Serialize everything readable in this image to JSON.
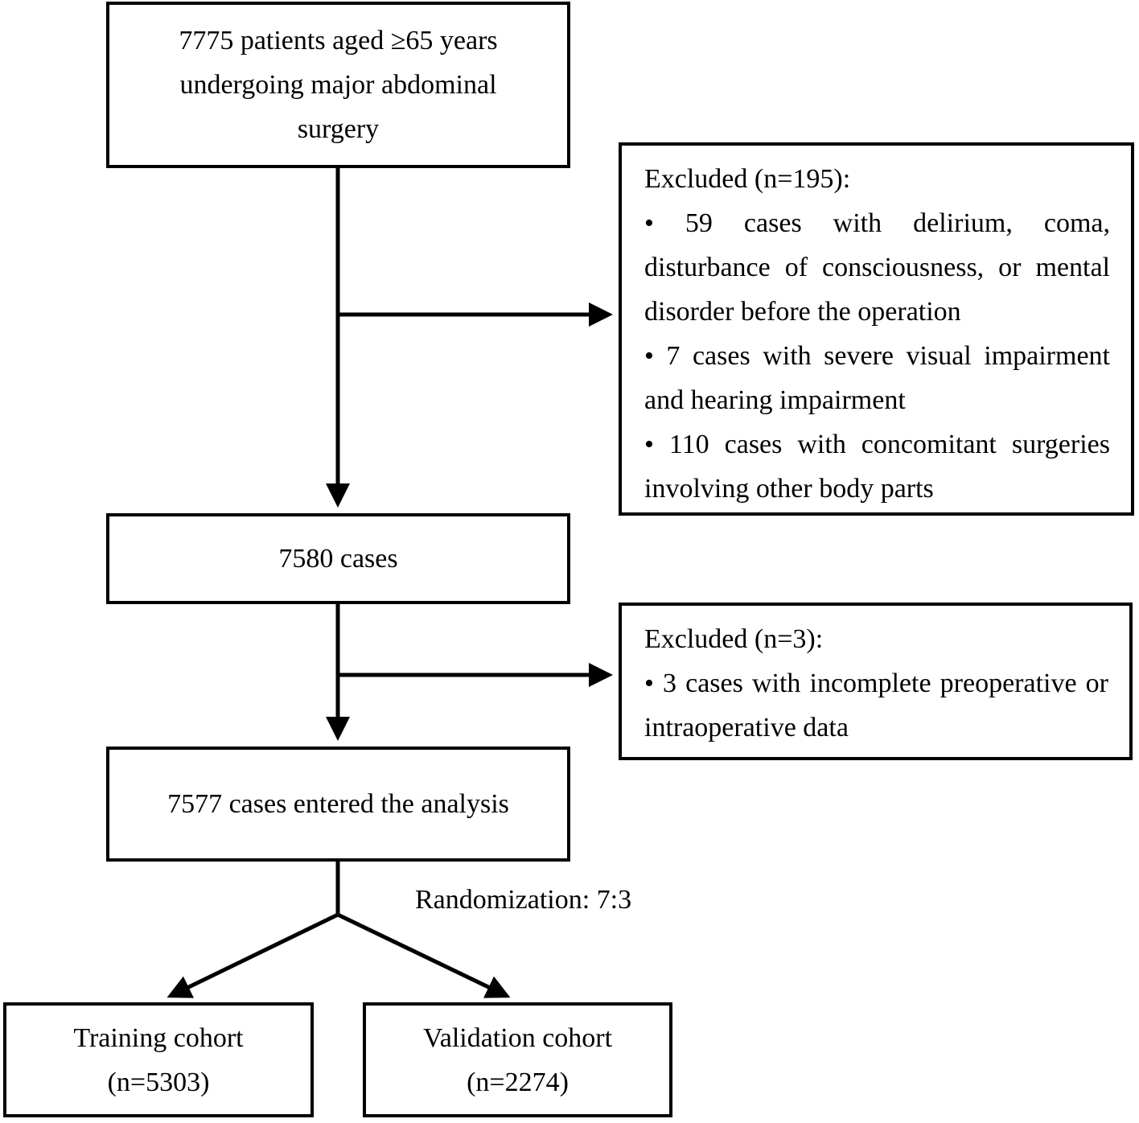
{
  "boxes": {
    "initial": [
      "7775 patients aged ≥65 years",
      "undergoing major abdominal",
      "surgery"
    ],
    "after_exclusion1": "7580 cases",
    "analysis": "7577 cases entered the analysis",
    "training": {
      "title": "Training cohort",
      "n": "(n=5303)"
    },
    "validation": {
      "title": "Validation cohort",
      "n": "(n=2274)"
    }
  },
  "exclusion1": {
    "title": "Excluded (n=195):",
    "items": [
      "• 59 cases with delirium, coma, disturbance of consciousness, or mental disorder before the operation",
      "• 7 cases with severe visual impairment and hearing impairment",
      "• 110 cases with concomitant surgeries involving other body parts"
    ]
  },
  "exclusion2": {
    "title": "Excluded (n=3):",
    "items": [
      "• 3 cases with incomplete preoperative or intraoperative data"
    ]
  },
  "randomization_label": "Randomization: 7:3"
}
